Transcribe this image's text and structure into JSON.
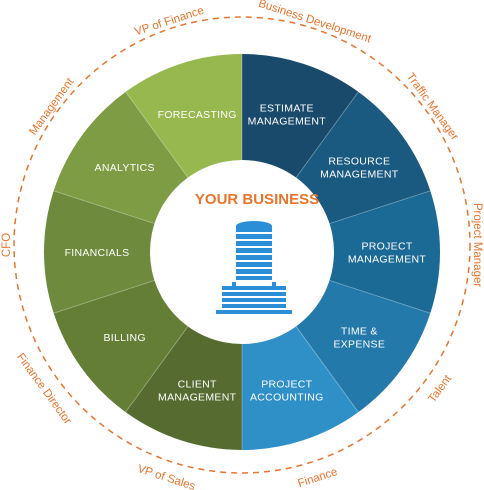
{
  "center": {
    "title": "YOUR BUSINESS"
  },
  "segments": [
    {
      "lines": [
        "ESTIMATE",
        "MANAGEMENT"
      ],
      "color": "#1a4a6b"
    },
    {
      "lines": [
        "RESOURCE",
        "MANAGEMENT"
      ],
      "color": "#1a5a80"
    },
    {
      "lines": [
        "PROJECT",
        "MANAGEMENT"
      ],
      "color": "#1b6a95"
    },
    {
      "lines": [
        "TIME &",
        "EXPENSE"
      ],
      "color": "#2479ab"
    },
    {
      "lines": [
        "PROJECT",
        "ACCOUNTING"
      ],
      "color": "#2f90c8"
    },
    {
      "lines": [
        "CLIENT",
        "MANAGEMENT"
      ],
      "color": "#556b2f"
    },
    {
      "lines": [
        "BILLING"
      ],
      "color": "#647e36"
    },
    {
      "lines": [
        "FINANCIALS"
      ],
      "color": "#6e8b3d"
    },
    {
      "lines": [
        "ANALYTICS"
      ],
      "color": "#7e9c44"
    },
    {
      "lines": [
        "FORECASTING"
      ],
      "color": "#96b84e"
    }
  ],
  "roles": [
    "Business Development",
    "Traffic Manager",
    "Project Manager",
    "Talent",
    "Finance",
    "VP of Sales",
    "Finance Director",
    "CFO",
    "Management",
    "VP of Finance"
  ],
  "colors": {
    "accent": "#e8742c",
    "building": "#2a8fd6",
    "dash_ring": "#e8742c"
  },
  "icons": {
    "center": "office-building-icon"
  }
}
